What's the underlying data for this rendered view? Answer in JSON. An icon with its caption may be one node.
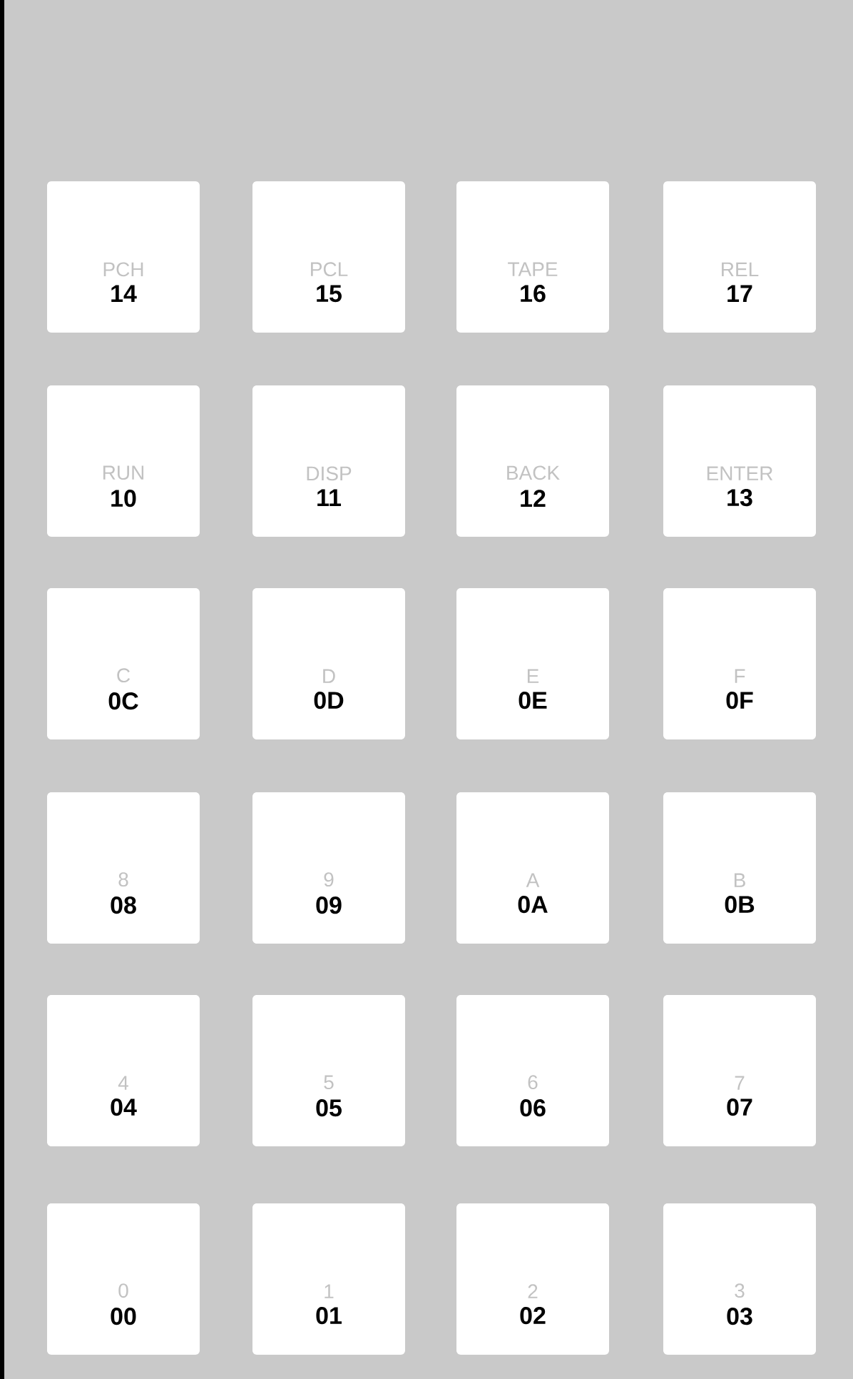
{
  "diagram": {
    "nodes": [
      {
        "text": [
          "PCH",
          "14"
        ]
      },
      {
        "text": [
          "PCL",
          "15"
        ]
      },
      {
        "text": [
          "TAPE",
          "16"
        ]
      },
      {
        "text": [
          "REL",
          "17"
        ]
      },
      {
        "text": [
          "RUN",
          "10"
        ]
      },
      {
        "text": [
          "DISP",
          "11"
        ]
      },
      {
        "text": [
          "BACK",
          "12"
        ]
      },
      {
        "text": [
          "ENTER",
          "13"
        ]
      },
      {
        "text": [
          "C",
          "0C"
        ]
      },
      {
        "text": [
          "D",
          "0D"
        ]
      },
      {
        "text": [
          "E",
          "0E"
        ]
      },
      {
        "text": [
          "F",
          "0F"
        ]
      },
      {
        "text": [
          "8",
          "08"
        ]
      },
      {
        "text": [
          "9",
          "09"
        ]
      },
      {
        "text": [
          "A",
          "0A"
        ]
      },
      {
        "text": [
          "B",
          "0B"
        ]
      },
      {
        "text": [
          "4",
          "04"
        ]
      },
      {
        "text": [
          "5",
          "05"
        ]
      },
      {
        "text": [
          "6",
          "06"
        ]
      },
      {
        "text": [
          "7",
          "07"
        ]
      },
      {
        "text": [
          "0",
          "00"
        ]
      },
      {
        "text": [
          "1",
          "01"
        ]
      },
      {
        "text": [
          "2",
          "02"
        ]
      },
      {
        "text": [
          "3",
          "03"
        ]
      }
    ]
  }
}
